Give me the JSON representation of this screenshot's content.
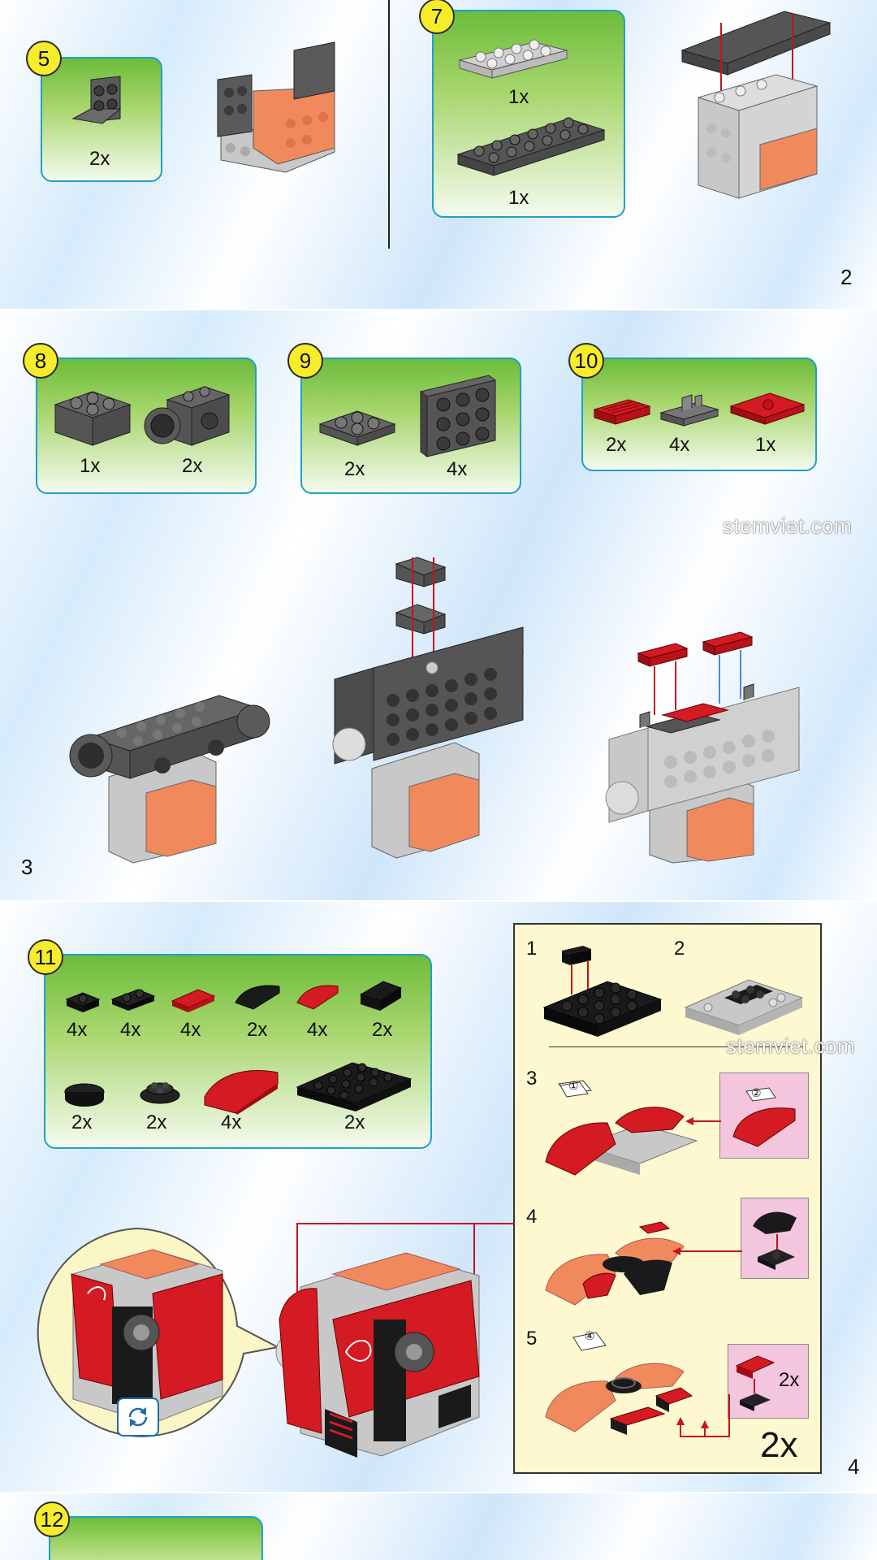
{
  "watermark": "stemviet.com",
  "pages": [
    {
      "page_number": "2",
      "steps": [
        {
          "number": "5",
          "quantities": [
            "2x"
          ]
        },
        {
          "number": "7",
          "quantities": [
            "1x",
            "1x"
          ]
        }
      ]
    },
    {
      "page_number": "3",
      "steps": [
        {
          "number": "8",
          "quantities": [
            "1x",
            "2x"
          ]
        },
        {
          "number": "9",
          "quantities": [
            "2x",
            "4x"
          ]
        },
        {
          "number": "10",
          "quantities": [
            "2x",
            "4x",
            "1x"
          ]
        }
      ]
    },
    {
      "page_number": "4",
      "steps": [
        {
          "number": "11",
          "quantities": [
            "4x",
            "4x",
            "4x",
            "2x",
            "4x",
            "2x",
            "2x",
            "2x",
            "4x",
            "2x"
          ]
        }
      ],
      "sub_assembly": {
        "sub_steps": [
          "1",
          "2",
          "3",
          "4",
          "5"
        ],
        "callout_labels": [
          "①",
          "②",
          "④"
        ],
        "inset_qty": "2x",
        "multiplier": "2x"
      }
    },
    {
      "steps": [
        {
          "number": "12"
        }
      ]
    }
  ],
  "colors": {
    "badge": "#f7ec2a",
    "step_border": "#1fa0c8",
    "brick_dark": "#5a5a5a",
    "brick_light": "#c8c8c8",
    "brick_orange": "#f08a5d",
    "brick_red": "#c4141c",
    "brick_black": "#1a1a1a",
    "arrow": "#c4141c"
  }
}
